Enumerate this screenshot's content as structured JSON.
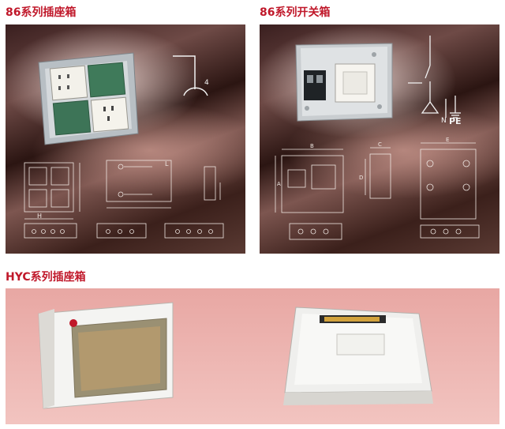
{
  "titles": {
    "top_left": "86系列插座箱",
    "top_right": "86系列开关箱",
    "bottom": "HYC系列插座箱"
  },
  "panels": {
    "top_left": {
      "product": "86-series-socket-box",
      "diagram_labels": {
        "corner": "4",
        "dim_h": "H",
        "dim_l": "L"
      }
    },
    "top_right": {
      "product": "86-series-switch-box",
      "diagram_labels": {
        "n": "N",
        "pe": "PE",
        "dim_b": "B",
        "dim_c": "C",
        "dim_e": "E",
        "dim_a": "A",
        "dim_d": "D"
      }
    },
    "bottom": {
      "product": "HYC-series-socket-box"
    }
  },
  "colors": {
    "title": "#c0182a",
    "bottom_bg": "#f0bcb8"
  }
}
